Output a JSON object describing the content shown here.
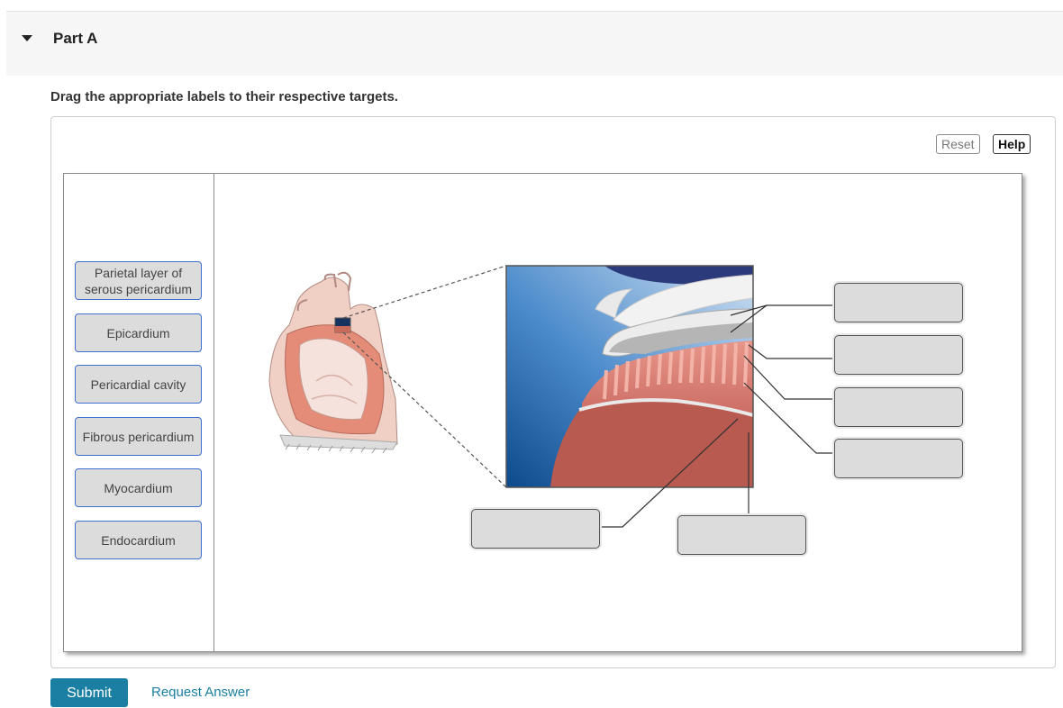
{
  "part": {
    "title": "Part A"
  },
  "instruction": "Drag the appropriate labels to their respective targets.",
  "toolbar": {
    "reset_label": "Reset",
    "help_label": "Help"
  },
  "labels": [
    "Parietal layer of serous pericardium",
    "Epicardium",
    "Pericardial cavity",
    "Fibrous pericardium",
    "Myocardium",
    "Endocardium"
  ],
  "targets": {
    "count": 6
  },
  "footer": {
    "submit_label": "Submit",
    "request_label": "Request Answer"
  },
  "colors": {
    "accent": "#1a7fa3",
    "label_border": "#3f6fd0",
    "target_fill": "#dcdcdc"
  }
}
